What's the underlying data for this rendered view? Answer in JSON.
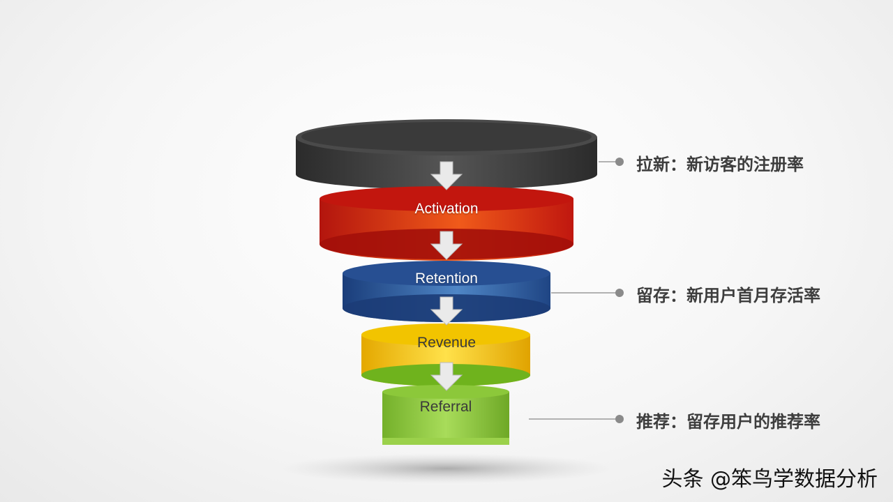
{
  "funnel": {
    "tiers": [
      {
        "label": "",
        "color": "#3f3f3f",
        "shade": "#2a2a2a",
        "top": "#4d4d4d"
      },
      {
        "label": "Activation",
        "color": "#e2231a",
        "shade": "#a80f0a",
        "top": "#b3120c"
      },
      {
        "label": "Retention",
        "color": "#2e5da6",
        "shade": "#1c3c77",
        "top": "#1f4584"
      },
      {
        "label": "Revenue",
        "color": "#f6c800",
        "shade": "#d8a600",
        "top": "#6fb31d"
      },
      {
        "label": "Referral",
        "color": "#8cc83a",
        "shade": "#6aa424",
        "top": "#98d04a"
      }
    ],
    "arrow_color": "#eaeaea"
  },
  "annotations": [
    {
      "text": "拉新：新访客的注册率"
    },
    {
      "text": "留存：新用户首月存活率"
    },
    {
      "text": "推荐：留存用户的推荐率"
    }
  ],
  "watermark": "头条 @笨鸟学数据分析"
}
